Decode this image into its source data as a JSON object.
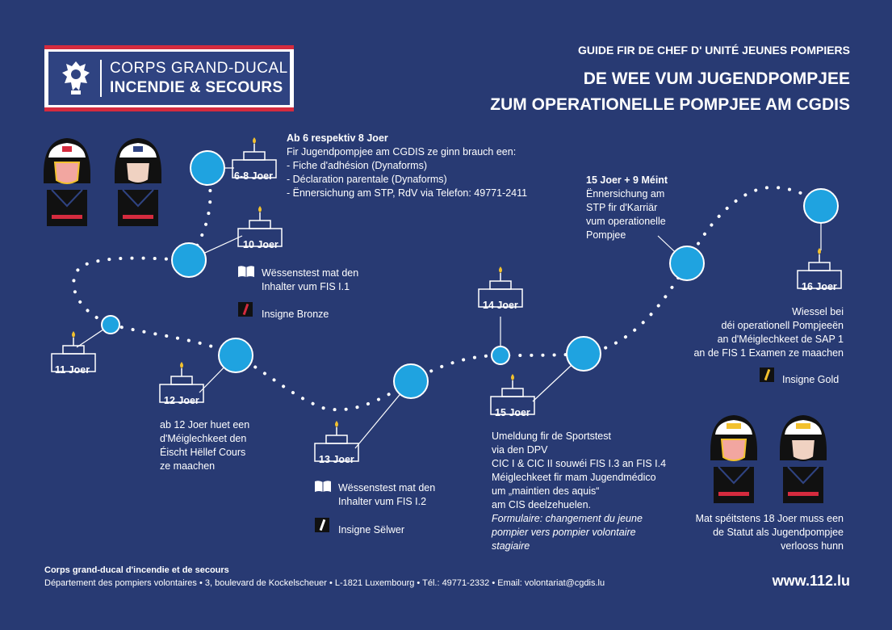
{
  "logo": {
    "line1": "CORPS GRAND-DUCAL",
    "line2": "INCENDIE & SECOURS"
  },
  "header": {
    "subtitle": "GUIDE FIR  DE CHEF D' UNITÉ JEUNES POMPIERS",
    "title_line1": "DE WEE VUM JUGENDPOMPJEE",
    "title_line2": "ZUM OPERATIONELLE POMPJEE AM CGDIS"
  },
  "intro": {
    "heading": "Ab 6 respektiv 8 Joer",
    "lines": [
      "Fir Jugendpompjee am CGDIS ze ginn brauch een:",
      "- Fiche d'adhésion (Dynaforms)",
      "- Déclaration parentale (Dynaforms)",
      "- Ënnersichung am STP, RdV via Telefon: 49771-2411"
    ]
  },
  "milestones": [
    {
      "age": "6-8 Joer"
    },
    {
      "age": "10 Joer",
      "book_text": [
        "Wëssenstest mat den",
        "Inhalter vum FIS I.1"
      ],
      "badge": "Insigne Bronze",
      "badge_color": "#d52b3e"
    },
    {
      "age": "11 Joer"
    },
    {
      "age": "12 Joer",
      "text": [
        "ab 12 Joer huet een",
        "d'Méiglechkeet den",
        "Éischt Hëllef Cours",
        "ze maachen"
      ]
    },
    {
      "age": "13 Joer",
      "book_text": [
        "Wëssenstest mat den",
        "Inhalter vum FIS I.2"
      ],
      "badge": "Insigne Sëlwer",
      "badge_color": "#ffffff"
    },
    {
      "age": "14 Joer"
    },
    {
      "age": "15 Joer",
      "text": [
        "Umeldung fir de Sportstest",
        "via den DPV",
        "CIC I & CIC II souwéi FIS I.3 an FIS I.4",
        "Méiglechkeet fir mam Jugendmédico",
        "um „maintien des aquis“",
        "am CIS deelzehuelen."
      ],
      "italic": [
        "Formulaire: changement du jeune",
        "pompier vers pompier volontaire",
        "stagiaire"
      ]
    },
    {
      "age": "16 Joer",
      "text": [
        "Wiessel bei",
        "déi operationell Pompjeeën",
        "an d'Méiglechkeet de SAP 1",
        "an de FIS 1 Examen ze maachen"
      ],
      "badge": "Insigne Gold",
      "badge_color": "#f2c12e"
    }
  ],
  "career": {
    "heading": "15 Joer + 9 Méint",
    "lines": [
      "Ënnersichung am",
      "STP fir d'Karriär",
      "vum operationelle",
      "Pompjee"
    ]
  },
  "end_note": [
    "Mat spéitstens 18 Joer muss een",
    "de Statut als Jugendpompjee",
    "verlooss hunn"
  ],
  "footer": {
    "org": "Corps grand-ducal d'incendie et de secours",
    "address": "Département des pompiers volontaires • 3, boulevard de Kockelscheuer • L-1821 Luxembourg • Tél.: 49771-2332 • Email: volontariat@cgdis.lu",
    "website": "www.112.lu"
  },
  "colors": {
    "background": "#283a73",
    "node": "#1fa3e0",
    "red": "#d52b3e",
    "gold": "#f2c12e"
  }
}
